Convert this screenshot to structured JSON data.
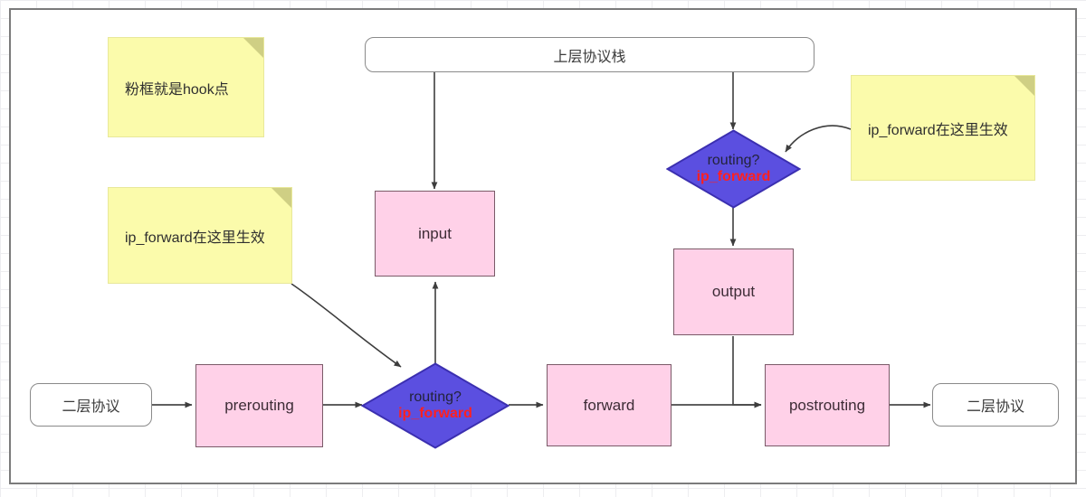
{
  "canvas": {
    "background_color": "#ffffff",
    "grid_color": "#ededf0",
    "frame_border_color": "#7b7b7b"
  },
  "palette": {
    "hook_fill": "#ffd1e8",
    "hook_border": "#7a5a68",
    "decision_fill": "#5b4fe0",
    "decision_border": "#3b2fb0",
    "note_fill": "#fbfbab",
    "note_fold": "#cfcf84",
    "proto_fill": "#ffffff",
    "proto_border": "#8a8a8a",
    "edge_color": "#4a4a4a",
    "highlight_text": "#ff2020"
  },
  "diagram": {
    "title": "netfilter hook flow",
    "nodes": {
      "upper_stack": {
        "label": "上层协议栈",
        "shape": "rounded-rect",
        "kind": "protocol"
      },
      "l2_in": {
        "label": "二层协议",
        "shape": "rounded-rect",
        "kind": "protocol"
      },
      "l2_out": {
        "label": "二层协议",
        "shape": "rounded-rect",
        "kind": "protocol"
      },
      "input": {
        "label": "input",
        "shape": "rect",
        "kind": "hook"
      },
      "output": {
        "label": "output",
        "shape": "rect",
        "kind": "hook"
      },
      "prerouting": {
        "label": "prerouting",
        "shape": "rect",
        "kind": "hook"
      },
      "forward": {
        "label": "forward",
        "shape": "rect",
        "kind": "hook"
      },
      "postrouting": {
        "label": "postrouting",
        "shape": "rect",
        "kind": "hook"
      },
      "routing_top": {
        "label_line1": "routing?",
        "label_line2": "ip_forward",
        "shape": "diamond",
        "kind": "decision"
      },
      "routing_bottom": {
        "label_line1": "routing?",
        "label_line2": "ip_forward",
        "shape": "diamond",
        "kind": "decision"
      }
    },
    "notes": [
      {
        "id": "note-hook",
        "text": "粉框就是hook点"
      },
      {
        "id": "note-ipforward-left",
        "text": "ip_forward在这里生效"
      },
      {
        "id": "note-ipforward-right",
        "text": "ip_forward在这里生效"
      }
    ],
    "edges": [
      {
        "from": "upper_stack",
        "to": "input",
        "arrow": true
      },
      {
        "from": "upper_stack",
        "to": "routing_top",
        "arrow": true
      },
      {
        "from": "routing_top",
        "to": "output",
        "arrow": true
      },
      {
        "from": "output",
        "to": "postrouting",
        "arrow": true
      },
      {
        "from": "l2_in",
        "to": "prerouting",
        "arrow": true
      },
      {
        "from": "prerouting",
        "to": "routing_bottom",
        "arrow": true
      },
      {
        "from": "routing_bottom",
        "to": "forward",
        "arrow": true
      },
      {
        "from": "routing_bottom",
        "to": "input",
        "arrow": true
      },
      {
        "from": "forward",
        "to": "postrouting",
        "arrow": true
      },
      {
        "from": "postrouting",
        "to": "l2_out",
        "arrow": true
      },
      {
        "from": "note-ipforward-left",
        "to": "routing_bottom",
        "arrow": true,
        "style": "curved"
      },
      {
        "from": "note-ipforward-right",
        "to": "routing_top",
        "arrow": true,
        "style": "curved"
      }
    ]
  }
}
